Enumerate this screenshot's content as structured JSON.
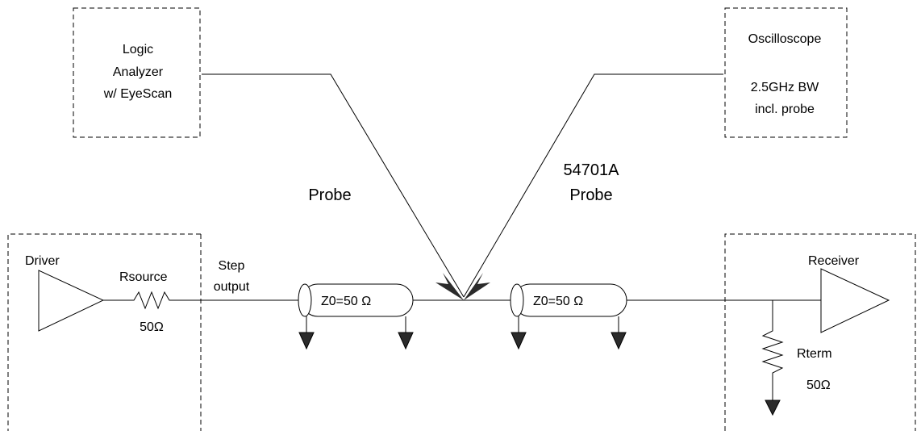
{
  "logic_analyzer": {
    "line1": "Logic",
    "line2": "Analyzer",
    "line3": "w/ EyeScan"
  },
  "oscilloscope": {
    "line1": "Oscilloscope",
    "line2": "2.5GHz BW",
    "line3": "incl. probe"
  },
  "probe_left": {
    "label": "Probe"
  },
  "probe_right": {
    "line1": "54701A",
    "line2": "Probe"
  },
  "driver": {
    "label": "Driver"
  },
  "rsource": {
    "label": "Rsource",
    "value": "50Ω"
  },
  "step_output": {
    "line1": "Step",
    "line2": "output"
  },
  "tline1": {
    "label": "Z0=50 Ω"
  },
  "tline2": {
    "label": "Z0=50 Ω"
  },
  "receiver": {
    "label": "Receiver"
  },
  "rterm": {
    "label": "Rterm",
    "value": "50Ω"
  }
}
